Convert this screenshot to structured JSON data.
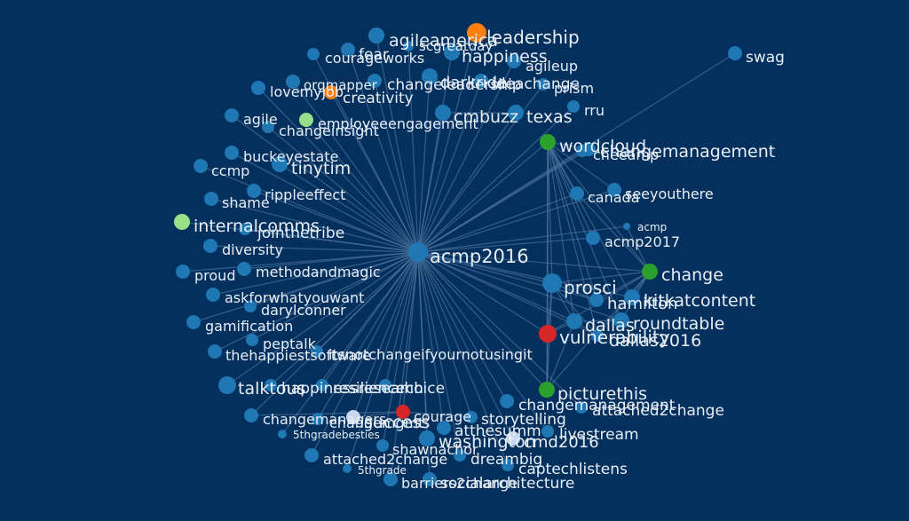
{
  "graph": {
    "hub": "acmp2016",
    "colors": {
      "background": "#04305e",
      "edge": "#5a7fa8",
      "label": "#e8eef6",
      "node_blue": "#1f77b4",
      "node_orange": "#ff7f0e",
      "node_light_green": "#98df8a",
      "node_green": "#2ca02c",
      "node_red": "#d62728",
      "node_pale": "#c5d8ee"
    },
    "nodes": [
      {
        "id": "acmp2016",
        "label": "acmp2016",
        "color": "blue"
      },
      {
        "id": "leadership",
        "label": "leadership",
        "color": "orange"
      },
      {
        "id": "agilealliance",
        "label": "agileamerica",
        "color": "blue"
      },
      {
        "id": "scgreatday",
        "label": "scgreatday",
        "color": "blue"
      },
      {
        "id": "fear",
        "label": "fear",
        "color": "blue"
      },
      {
        "id": "happiness",
        "label": "happiness",
        "color": "blue"
      },
      {
        "id": "courageworks",
        "label": "courageworks",
        "color": "blue"
      },
      {
        "id": "agileup",
        "label": "agileup",
        "color": "blue"
      },
      {
        "id": "orgmapper",
        "label": "orgmapper",
        "color": "blue"
      },
      {
        "id": "changeleadership",
        "label": "changeleadership",
        "color": "blue"
      },
      {
        "id": "darkride",
        "label": "darkride",
        "color": "blue"
      },
      {
        "id": "ideachange",
        "label": "ideachange",
        "color": "blue"
      },
      {
        "id": "prism",
        "label": "prism",
        "color": "blue"
      },
      {
        "id": "lovemyjob",
        "label": "lovemyjob",
        "color": "blue"
      },
      {
        "id": "creativity",
        "label": "creativity",
        "color": "orange"
      },
      {
        "id": "rru",
        "label": "rru",
        "color": "blue"
      },
      {
        "id": "agile",
        "label": "agile",
        "color": "blue"
      },
      {
        "id": "employeeengagement",
        "label": "employeeengagement",
        "color": "light_green"
      },
      {
        "id": "cmbuzz",
        "label": "cmbuzz",
        "color": "blue"
      },
      {
        "id": "texas",
        "label": "texas",
        "color": "blue"
      },
      {
        "id": "changeinsight",
        "label": "changeinsight",
        "color": "blue"
      },
      {
        "id": "wordcloud",
        "label": "wordcloud",
        "color": "green"
      },
      {
        "id": "changemanagement2",
        "label": "changemanagement",
        "color": "blue"
      },
      {
        "id": "cheeamp",
        "label": "cheeamp",
        "color": "blue"
      },
      {
        "id": "buckeyestate",
        "label": "buckeyestate",
        "color": "blue"
      },
      {
        "id": "tinytim",
        "label": "tinytim",
        "color": "blue"
      },
      {
        "id": "ccmp",
        "label": "ccmp",
        "color": "blue"
      },
      {
        "id": "swag",
        "label": "swag",
        "color": "blue"
      },
      {
        "id": "rippleeffect",
        "label": "rippleeffect",
        "color": "blue"
      },
      {
        "id": "seeyouthere",
        "label": "seeyouthere",
        "color": "blue"
      },
      {
        "id": "canada",
        "label": "canada",
        "color": "blue"
      },
      {
        "id": "shame",
        "label": "shame",
        "color": "blue"
      },
      {
        "id": "internalcomms",
        "label": "internalcomms",
        "color": "light_green"
      },
      {
        "id": "jointhetribe",
        "label": "jointhetribe",
        "color": "blue"
      },
      {
        "id": "acmp",
        "label": "acmp",
        "color": "blue"
      },
      {
        "id": "acmp2017",
        "label": "acmp2017",
        "color": "blue"
      },
      {
        "id": "diversity",
        "label": "diversity",
        "color": "blue"
      },
      {
        "id": "proud",
        "label": "proud",
        "color": "blue"
      },
      {
        "id": "methodandmagic",
        "label": "methodandmagic",
        "color": "blue"
      },
      {
        "id": "change",
        "label": "change",
        "color": "green"
      },
      {
        "id": "prosci",
        "label": "prosci",
        "color": "blue"
      },
      {
        "id": "kitkatcontent",
        "label": "kitkatcontent",
        "color": "blue"
      },
      {
        "id": "hamilton",
        "label": "hamilton",
        "color": "blue"
      },
      {
        "id": "askforwhatyouwant",
        "label": "askforwhatyouwant",
        "color": "blue"
      },
      {
        "id": "darylconner",
        "label": "darylconner",
        "color": "blue"
      },
      {
        "id": "roundtable",
        "label": "roundtable",
        "color": "blue"
      },
      {
        "id": "dallas",
        "label": "dallas",
        "color": "blue"
      },
      {
        "id": "gamification",
        "label": "gamification",
        "color": "blue"
      },
      {
        "id": "vulnerability",
        "label": "vulnerability",
        "color": "red"
      },
      {
        "id": "peptalk",
        "label": "peptalk",
        "color": "blue"
      },
      {
        "id": "dallas2016",
        "label": "dallas2016",
        "color": "blue"
      },
      {
        "id": "thehappiestsoftware",
        "label": "thehappiestsoftware",
        "color": "blue"
      },
      {
        "id": "itsnotchangeifyournotusingit",
        "label": "itsnotchangeifyournotusingit",
        "color": "blue"
      },
      {
        "id": "talktous",
        "label": "talktous",
        "color": "blue"
      },
      {
        "id": "happinessresearch",
        "label": "happinessresearch",
        "color": "blue"
      },
      {
        "id": "resilience",
        "label": "resilience",
        "color": "blue"
      },
      {
        "id": "choice",
        "label": "choice",
        "color": "blue"
      },
      {
        "id": "picturethis",
        "label": "picturethis",
        "color": "green"
      },
      {
        "id": "changemanagement",
        "label": "changemanagement",
        "color": "blue"
      },
      {
        "id": "attached2change2",
        "label": "attached2change",
        "color": "blue"
      },
      {
        "id": "changemanagers",
        "label": "changemanagers",
        "color": "blue"
      },
      {
        "id": "changemgmt",
        "label": "changemgmt",
        "color": "blue"
      },
      {
        "id": "courage",
        "label": "courage",
        "color": "red"
      },
      {
        "id": "success",
        "label": "success",
        "color": "pale"
      },
      {
        "id": "storytelling",
        "label": "storytelling",
        "color": "blue"
      },
      {
        "id": "attheSummit",
        "label": "atthesumm",
        "color": "blue"
      },
      {
        "id": "5thgradebesties",
        "label": "5thgradebesties",
        "color": "blue"
      },
      {
        "id": "washington",
        "label": "washington",
        "color": "blue"
      },
      {
        "id": "cmd2016",
        "label": "cmd2016",
        "color": "pale"
      },
      {
        "id": "livestream",
        "label": "livestream",
        "color": "blue"
      },
      {
        "id": "shawnachor",
        "label": "shawnachor",
        "color": "blue"
      },
      {
        "id": "attached2change",
        "label": "attached2change",
        "color": "blue"
      },
      {
        "id": "dreambig",
        "label": "dreambig",
        "color": "blue"
      },
      {
        "id": "captechlistens",
        "label": "captechlistens",
        "color": "blue"
      },
      {
        "id": "5thgrade",
        "label": "5thgrade",
        "color": "blue"
      },
      {
        "id": "barriers2change",
        "label": "barriers2change",
        "color": "blue"
      },
      {
        "id": "socialarchitecture",
        "label": "socialarchitecture",
        "color": "blue"
      }
    ],
    "edges": [
      [
        "acmp2016",
        "leadership"
      ],
      [
        "acmp2016",
        "agilealliance"
      ],
      [
        "acmp2016",
        "scgreatday"
      ],
      [
        "acmp2016",
        "fear"
      ],
      [
        "acmp2016",
        "happiness"
      ],
      [
        "acmp2016",
        "courageworks"
      ],
      [
        "acmp2016",
        "agileup"
      ],
      [
        "acmp2016",
        "orgmapper"
      ],
      [
        "acmp2016",
        "changeleadership"
      ],
      [
        "acmp2016",
        "darkride"
      ],
      [
        "acmp2016",
        "ideachange"
      ],
      [
        "acmp2016",
        "prism"
      ],
      [
        "acmp2016",
        "lovemyjob"
      ],
      [
        "acmp2016",
        "creativity"
      ],
      [
        "acmp2016",
        "rru"
      ],
      [
        "acmp2016",
        "agile"
      ],
      [
        "acmp2016",
        "employeeengagement"
      ],
      [
        "acmp2016",
        "cmbuzz"
      ],
      [
        "acmp2016",
        "texas"
      ],
      [
        "acmp2016",
        "changeinsight"
      ],
      [
        "acmp2016",
        "wordcloud"
      ],
      [
        "acmp2016",
        "changemanagement2"
      ],
      [
        "acmp2016",
        "cheeamp"
      ],
      [
        "acmp2016",
        "buckeyestate"
      ],
      [
        "acmp2016",
        "tinytim"
      ],
      [
        "acmp2016",
        "ccmp"
      ],
      [
        "acmp2016",
        "swag"
      ],
      [
        "acmp2016",
        "rippleeffect"
      ],
      [
        "acmp2016",
        "seeyouthere"
      ],
      [
        "acmp2016",
        "canada"
      ],
      [
        "acmp2016",
        "shame"
      ],
      [
        "acmp2016",
        "internalcomms"
      ],
      [
        "acmp2016",
        "jointhetribe"
      ],
      [
        "acmp2016",
        "acmp"
      ],
      [
        "acmp2016",
        "acmp2017"
      ],
      [
        "acmp2016",
        "diversity"
      ],
      [
        "acmp2016",
        "proud"
      ],
      [
        "acmp2016",
        "methodandmagic"
      ],
      [
        "acmp2016",
        "change"
      ],
      [
        "acmp2016",
        "prosci"
      ],
      [
        "acmp2016",
        "kitkatcontent"
      ],
      [
        "acmp2016",
        "hamilton"
      ],
      [
        "acmp2016",
        "askforwhatyouwant"
      ],
      [
        "acmp2016",
        "darylconner"
      ],
      [
        "acmp2016",
        "roundtable"
      ],
      [
        "acmp2016",
        "dallas"
      ],
      [
        "acmp2016",
        "gamification"
      ],
      [
        "acmp2016",
        "vulnerability"
      ],
      [
        "acmp2016",
        "peptalk"
      ],
      [
        "acmp2016",
        "dallas2016"
      ],
      [
        "acmp2016",
        "thehappiestsoftware"
      ],
      [
        "acmp2016",
        "itsnotchangeifyournotusingit"
      ],
      [
        "acmp2016",
        "talktous"
      ],
      [
        "acmp2016",
        "happinessresearch"
      ],
      [
        "acmp2016",
        "resilience"
      ],
      [
        "acmp2016",
        "choice"
      ],
      [
        "acmp2016",
        "picturethis"
      ],
      [
        "acmp2016",
        "changemanagement"
      ],
      [
        "acmp2016",
        "attached2change2"
      ],
      [
        "acmp2016",
        "changemanagers"
      ],
      [
        "acmp2016",
        "changemgmt"
      ],
      [
        "acmp2016",
        "courage"
      ],
      [
        "acmp2016",
        "success"
      ],
      [
        "acmp2016",
        "storytelling"
      ],
      [
        "acmp2016",
        "attheSummit"
      ],
      [
        "acmp2016",
        "5thgradebesties"
      ],
      [
        "acmp2016",
        "washington"
      ],
      [
        "acmp2016",
        "cmd2016"
      ],
      [
        "acmp2016",
        "livestream"
      ],
      [
        "acmp2016",
        "shawnachor"
      ],
      [
        "acmp2016",
        "attached2change"
      ],
      [
        "acmp2016",
        "dreambig"
      ],
      [
        "acmp2016",
        "captechlistens"
      ],
      [
        "acmp2016",
        "5thgrade"
      ],
      [
        "acmp2016",
        "barriers2change"
      ],
      [
        "acmp2016",
        "socialarchitecture"
      ],
      [
        "wordcloud",
        "change"
      ],
      [
        "wordcloud",
        "prosci"
      ],
      [
        "wordcloud",
        "dallas"
      ],
      [
        "wordcloud",
        "picturethis"
      ],
      [
        "wordcloud",
        "vulnerability"
      ],
      [
        "wordcloud",
        "kitkatcontent"
      ],
      [
        "wordcloud",
        "hamilton"
      ],
      [
        "wordcloud",
        "dallas2016"
      ],
      [
        "wordcloud",
        "roundtable"
      ],
      [
        "wordcloud",
        "changemanagement2"
      ],
      [
        "wordcloud",
        "canada"
      ],
      [
        "wordcloud",
        "acmp2017"
      ],
      [
        "wordcloud",
        "seeyouthere"
      ],
      [
        "change",
        "prosci"
      ],
      [
        "change",
        "kitkatcontent"
      ],
      [
        "change",
        "roundtable"
      ],
      [
        "change",
        "vulnerability"
      ],
      [
        "change",
        "picturethis"
      ],
      [
        "change",
        "dallas2016"
      ],
      [
        "change",
        "acmp"
      ],
      [
        "change",
        "hamilton"
      ],
      [
        "change",
        "canada"
      ],
      [
        "picturethis",
        "vulnerability"
      ],
      [
        "picturethis",
        "dallas"
      ],
      [
        "picturethis",
        "prosci"
      ],
      [
        "vulnerability",
        "prosci"
      ],
      [
        "vulnerability",
        "dallas"
      ],
      [
        "prosci",
        "dallas"
      ],
      [
        "prosci",
        "dallas2016"
      ],
      [
        "prosci",
        "hamilton"
      ],
      [
        "dallas",
        "roundtable"
      ],
      [
        "dallas",
        "dallas2016"
      ],
      [
        "courage",
        "success"
      ],
      [
        "courage",
        "changemanagers"
      ],
      [
        "courage",
        "storytelling"
      ],
      [
        "cheeamp",
        "changemanagement2"
      ],
      [
        "texas",
        "cmbuzz"
      ]
    ]
  }
}
